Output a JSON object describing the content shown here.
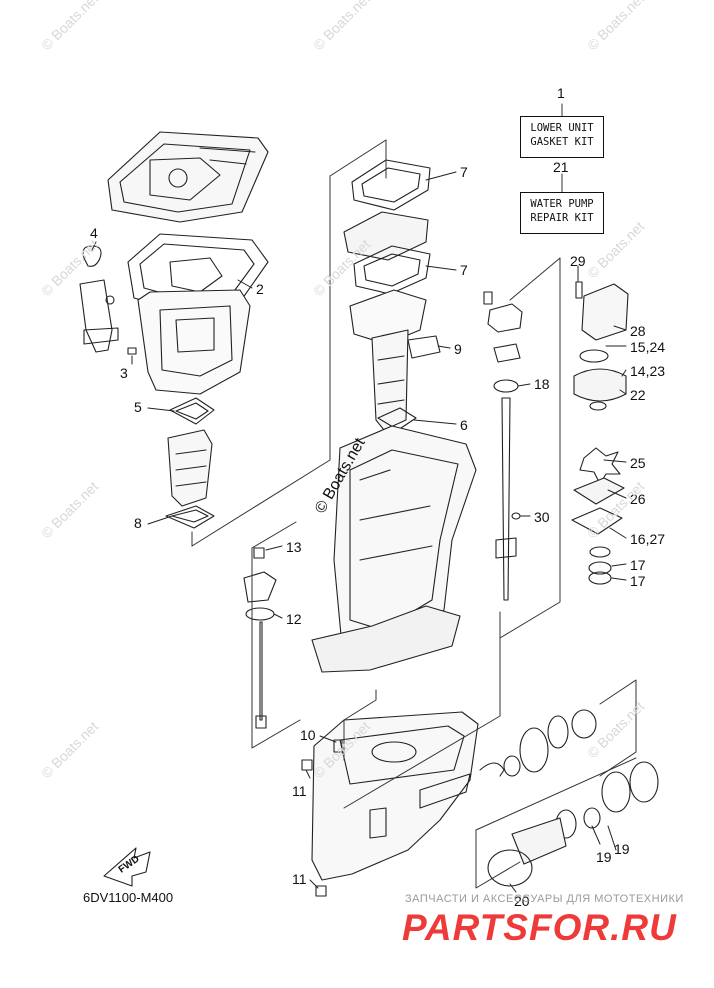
{
  "diagram": {
    "code": "6DV1100-M400",
    "fwd_label": "FWD",
    "kits": [
      {
        "number": "1",
        "lines": [
          "LOWER UNIT",
          "GASKET KIT"
        ]
      },
      {
        "number": "21",
        "lines": [
          "WATER PUMP",
          "REPAIR KIT"
        ]
      }
    ],
    "callouts": [
      {
        "id": "c4",
        "text": "4"
      },
      {
        "id": "c2",
        "text": "2"
      },
      {
        "id": "c3",
        "text": "3"
      },
      {
        "id": "c5",
        "text": "5"
      },
      {
        "id": "c8",
        "text": "8"
      },
      {
        "id": "c7a",
        "text": "7"
      },
      {
        "id": "c7b",
        "text": "7"
      },
      {
        "id": "c9",
        "text": "9"
      },
      {
        "id": "c6",
        "text": "6"
      },
      {
        "id": "c18",
        "text": "18"
      },
      {
        "id": "c29",
        "text": "29"
      },
      {
        "id": "c28",
        "text": "28"
      },
      {
        "id": "c1524",
        "text": "15,24"
      },
      {
        "id": "c1423",
        "text": "14,23"
      },
      {
        "id": "c22",
        "text": "22"
      },
      {
        "id": "c25",
        "text": "25"
      },
      {
        "id": "c26",
        "text": "26"
      },
      {
        "id": "c1627",
        "text": "16,27"
      },
      {
        "id": "c17a",
        "text": "17"
      },
      {
        "id": "c17b",
        "text": "17"
      },
      {
        "id": "c30",
        "text": "30"
      },
      {
        "id": "c13",
        "text": "13"
      },
      {
        "id": "c12",
        "text": "12"
      },
      {
        "id": "c10",
        "text": "10"
      },
      {
        "id": "c11a",
        "text": "11"
      },
      {
        "id": "c11b",
        "text": "11"
      },
      {
        "id": "c19a",
        "text": "19"
      },
      {
        "id": "c19b",
        "text": "19"
      },
      {
        "id": "c20",
        "text": "20"
      }
    ]
  },
  "watermark": {
    "small": "© Boats.net",
    "main": "© Boats.net"
  },
  "shop": {
    "tagline": "ЗАПЧАСТИ И АКСЕССУАРЫ ДЛЯ МОТОТЕХНИКИ",
    "logo": "PARTSFOR.RU"
  }
}
